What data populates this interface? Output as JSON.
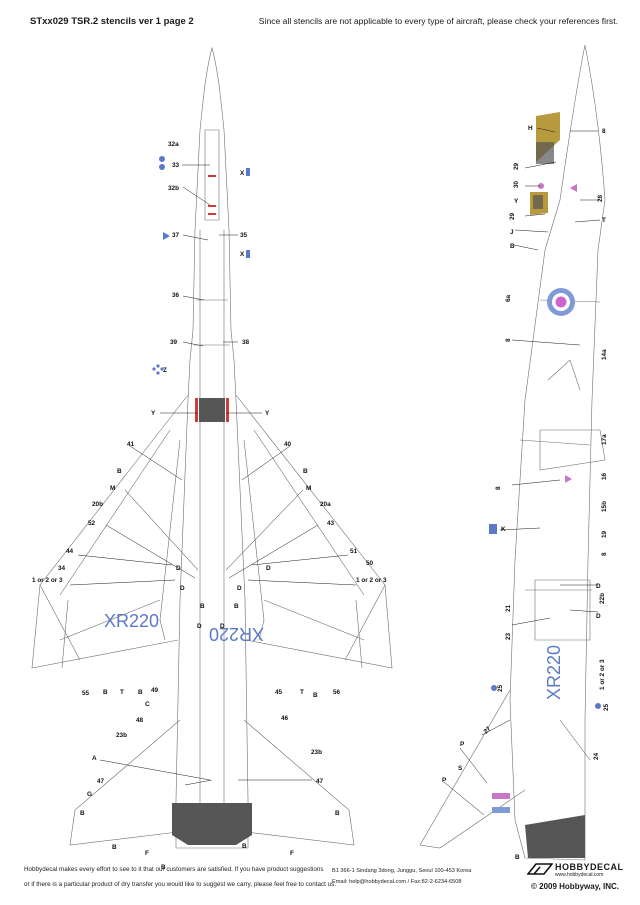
{
  "header": {
    "title": "STxx029 TSR.2 stencils ver 1 page 2",
    "notice": "Since all stencils are not applicable to every type of aircraft, please check your references first."
  },
  "plan_view": {
    "serial_left": "XR220",
    "serial_right": "XR220",
    "labels": {
      "l32a": "32a",
      "l33": "33",
      "lX1": "X",
      "l32b": "32b",
      "l37": "37",
      "l35": "35",
      "lX2": "X",
      "l36": "36",
      "l39": "39",
      "l38": "38",
      "lZ": "Z",
      "lY1": "Y",
      "lY2": "Y",
      "l41": "41",
      "l40": "40",
      "lB1": "B",
      "lB2": "B",
      "lM1": "M",
      "lM2": "M",
      "l20b": "20b",
      "l20a": "20a",
      "l52": "52",
      "l43": "43",
      "l44": "44",
      "l51": "51",
      "lD1": "D",
      "lD2": "D",
      "l34": "34",
      "l50": "50",
      "l123a": "1 or 2 or 3",
      "l123b": "1 or 2 or 3",
      "lD3": "D",
      "lD4": "D",
      "lB3": "B",
      "lB4": "B",
      "lD5": "D",
      "lD6": "D",
      "l55": "55",
      "lB5": "B",
      "lT1": "T",
      "lB6": "B",
      "l49": "49",
      "l45": "45",
      "lT2": "T",
      "lB7": "B",
      "l56": "56",
      "lC": "C",
      "l48": "48",
      "l46": "46",
      "l23b1": "23b",
      "l23b2": "23b",
      "lA": "A",
      "l47a": "47",
      "l47b": "47",
      "lG": "G",
      "lB8": "B",
      "lB9": "B",
      "lB10": "B",
      "lF1": "F",
      "lF2": "F",
      "lB11": "B",
      "lB12": "B"
    }
  },
  "side_view": {
    "serial": "XR220",
    "labels": {
      "H": "H",
      "s8a": "8",
      "s29a": "29",
      "s30": "30",
      "sY": "Y",
      "s28": "28",
      "s29b": "29",
      "sT": "T",
      "sJ": "J",
      "sB": "B",
      "s6a": "6a",
      "s8b": "8",
      "s14a": "14a",
      "s17a": "17a",
      "s16": "16",
      "s8c": "8",
      "s15b": "15b",
      "sK": "K",
      "s19": "19",
      "s8d": "8",
      "sD1": "D",
      "s21": "21",
      "s22b": "22b",
      "sD2": "D",
      "s23": "23",
      "s123": "1 or 2 or 3",
      "s25a": "25",
      "s25b": "25",
      "s27": "27",
      "s24": "24",
      "sP1": "P",
      "sS": "S",
      "sP2": "P",
      "sB2": "B"
    }
  },
  "footer": {
    "line1": "Hobbydecal makes every effort to see to it that our customers are satisfied. If you have product suggestions",
    "line2": "or if there is a particular product of dry transfer you would like to suggest we carry, please feel free to contact us.",
    "address": "B1 366-1 Sindang 3dong, Junggu, Seoul 100-453 Korea",
    "contact": "Email: help@hobbydecal.com / Fax:82-2-6234-6508",
    "brand": "HOBBYDECAL",
    "url": "www.hobbydecal.com",
    "copyright": "© 2009 Hobbyway, INC."
  },
  "colors": {
    "line": "#6e6e6e",
    "stencil_blue": "#5b79c6",
    "stencil_red": "#d23a3a",
    "stencil_pink": "#c876c8",
    "tan": "#b89a3e",
    "dark": "#555555",
    "roundel_blue": "#7f9ad6",
    "roundel_red": "#cc66cc"
  }
}
